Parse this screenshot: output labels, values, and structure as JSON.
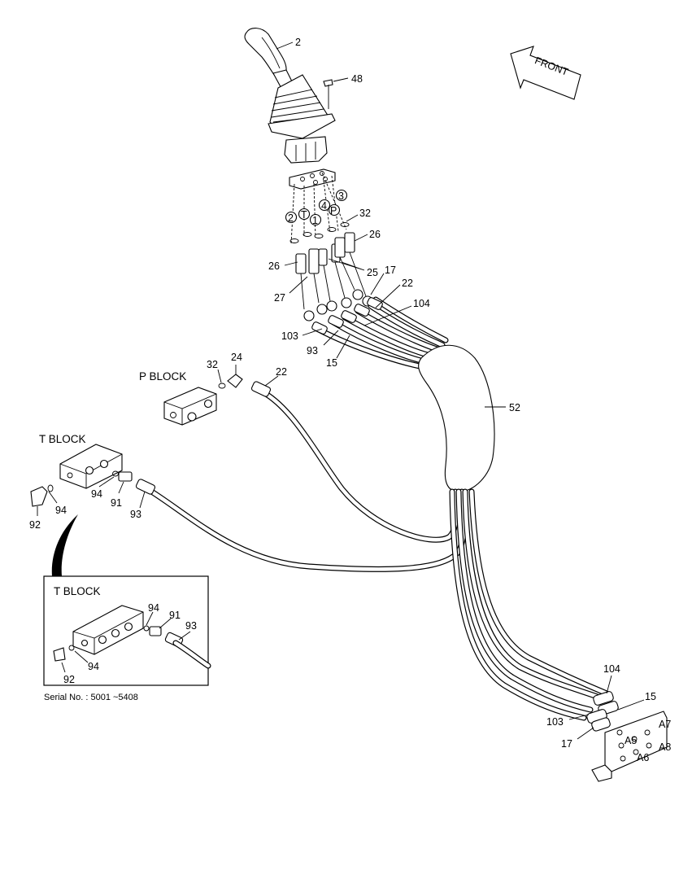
{
  "labels": {
    "p2": "2",
    "p48": "48",
    "p32_top": "32",
    "p26_right": "26",
    "p26_left": "26",
    "p25": "25",
    "p27": "27",
    "p17_top": "17",
    "p22_top": "22",
    "p104_top": "104",
    "p103_top": "103",
    "p93_top": "93",
    "p15_top": "15",
    "p52": "52",
    "p32_pblock": "32",
    "p24": "24",
    "p22_pblock": "22",
    "p94_a": "94",
    "p92_a": "92",
    "p94_b": "94",
    "p91_a": "91",
    "p93_a": "93",
    "p94_inset": "94",
    "p91_inset": "91",
    "p93_inset": "93",
    "p94_inset2": "94",
    "p92_inset": "92",
    "p104_bot": "104",
    "p15_bot": "15",
    "p103_bot": "103",
    "p17_bot": "17",
    "a5": "A5",
    "a6": "A6",
    "a7": "A7",
    "a8": "A8"
  },
  "ports": {
    "c2": "2",
    "cT": "T",
    "c1": "1",
    "c4": "4",
    "cP": "P",
    "c3": "3"
  },
  "blocks": {
    "p_block": "P BLOCK",
    "t_block": "T BLOCK",
    "t_block_inset": "T BLOCK"
  },
  "front_arrow": "FRONT",
  "serial": "Serial No. : 5001 ~5408"
}
